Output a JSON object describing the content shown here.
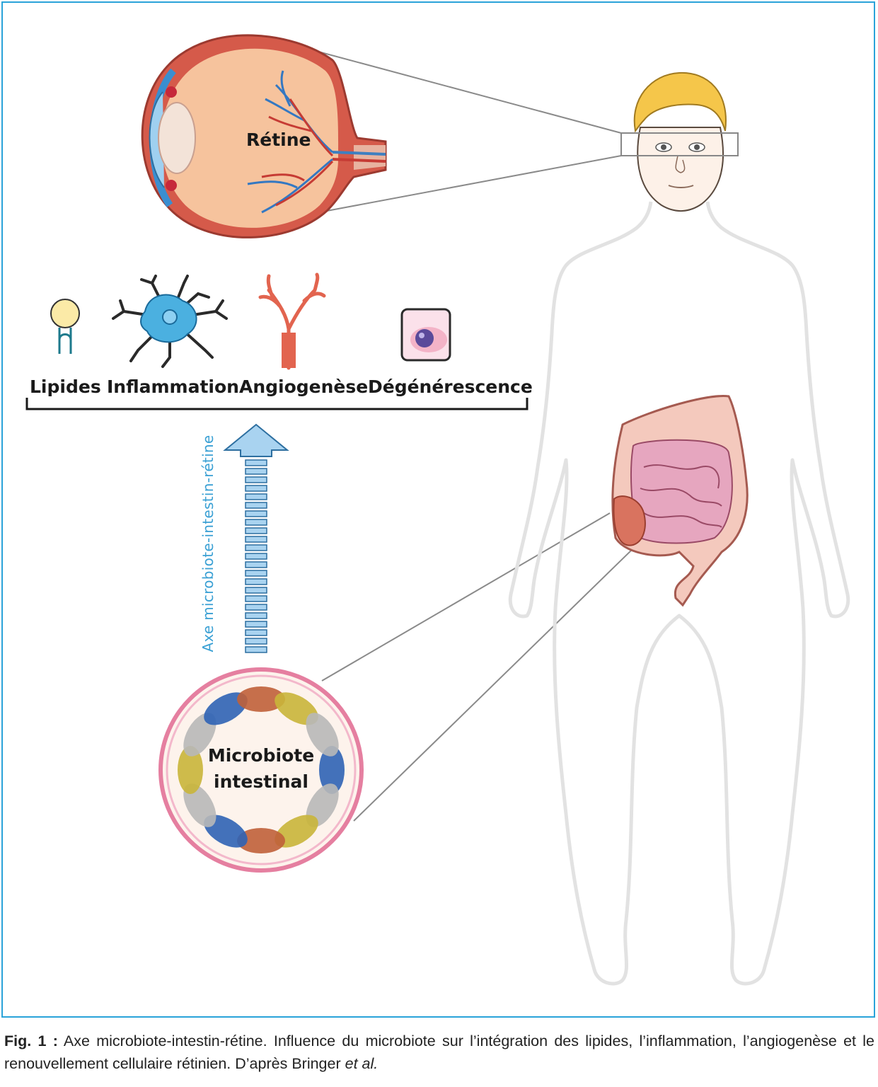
{
  "figure": {
    "retine_label": "Rétine",
    "microbiote_label_line1": "Microbiote",
    "microbiote_label_line2": "intestinal",
    "axis_label": "Axe microbiote-intestin-rétine",
    "effects": [
      "Lipides",
      "Inflammation",
      "Angiogenèse",
      "Dégénérescence"
    ],
    "icons": [
      "lipid-icon",
      "microglia-icon",
      "vessel-icon",
      "cell-icon"
    ]
  },
  "caption": {
    "prefix": "Fig. 1 :",
    "text1": " Axe microbiote-intestin-rétine. Influence du microbiote sur l’intégration des lipides, l’inflammation, l’angiogenèse et le renouvellement cellulaire rétinien. D’après Bringer ",
    "etal": "et al.",
    "end": ""
  },
  "colors": {
    "frame": "#2aa3d9",
    "arrow": "#a9d3f0",
    "arrow_stroke": "#2d6fa0",
    "ring": "#e57fa0",
    "axis_text": "#3aa0d4"
  }
}
